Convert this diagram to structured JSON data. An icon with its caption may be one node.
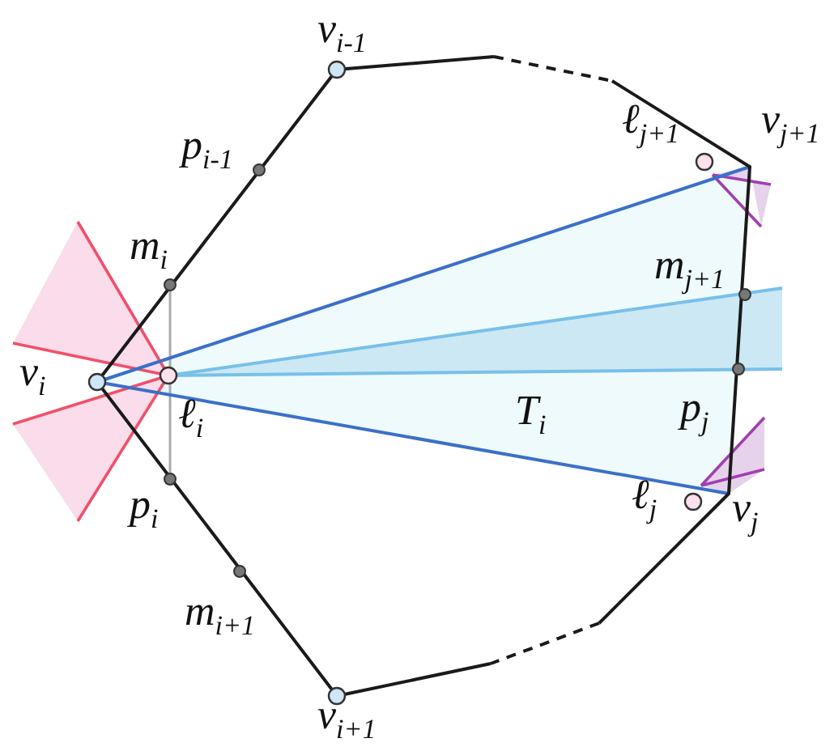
{
  "diagram": {
    "labels": [
      "v$_{i-1}$",
      "ℓ$_{j+1}$",
      "v$_{j+1}$",
      "p$_{i-1}$",
      "m$_{i}$",
      "m$_{j+1}$",
      "v$_{i}$",
      "ℓ$_{i}$",
      "T$_{i}$",
      "p$_{j}$",
      "p$_{i}$",
      "ℓ$_{j}$",
      "v$_{j}$",
      "m$_{i+1}$",
      "v$_{i+1}$"
    ]
  }
}
